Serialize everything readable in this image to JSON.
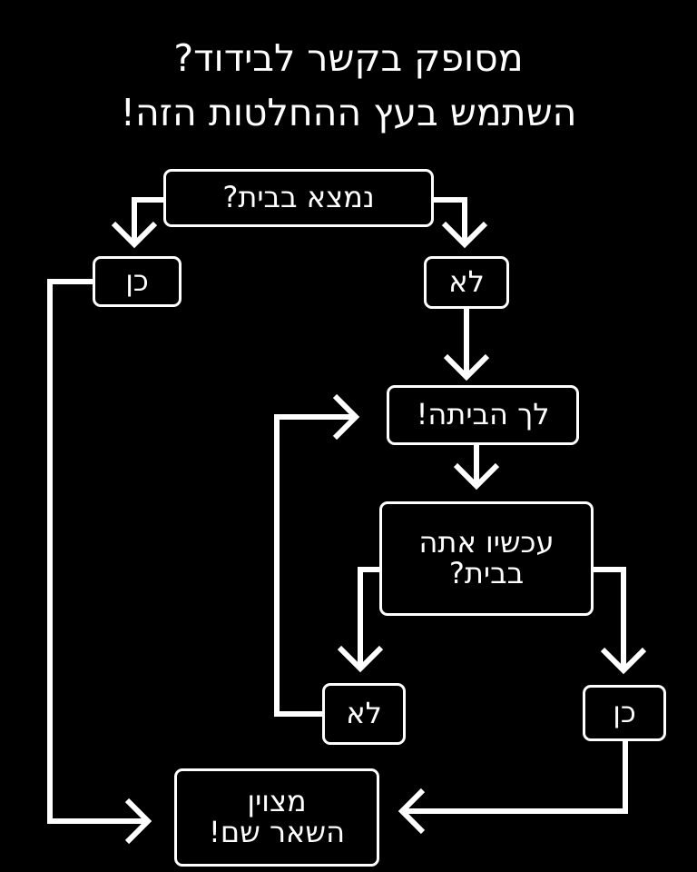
{
  "title": {
    "line1": "מסופק בקשר לבידוד?",
    "line2": "השתמש בעץ ההחלטות הזה!"
  },
  "nodes": {
    "at_home_question": "נמצא בבית?",
    "yes_1": "כן",
    "no_1": "לא",
    "go_home": "לך הביתה!",
    "now_home_question": "עכשיו אתה\nבבית?",
    "no_2": "לא",
    "yes_2": "כן",
    "result": "מצוין\nהשאר שם!"
  },
  "colors": {
    "background": "#000000",
    "foreground": "#ffffff"
  }
}
